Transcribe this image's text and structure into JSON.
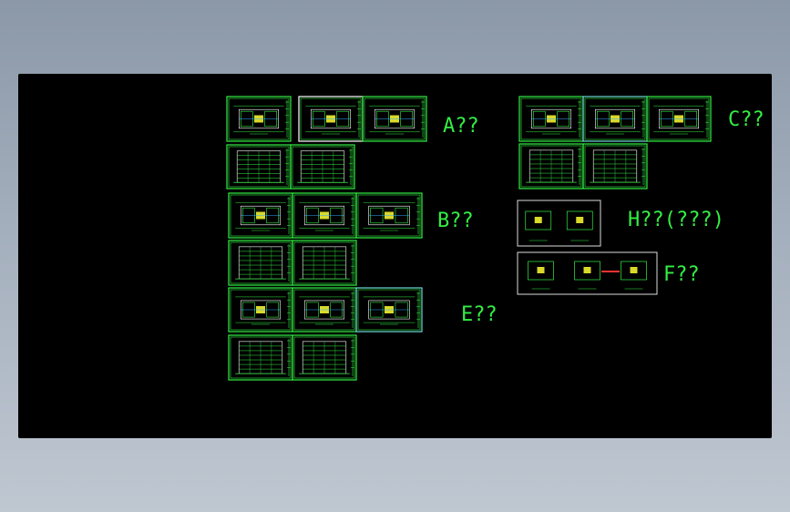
{
  "colors": {
    "background": "#8b98a8",
    "canvas": "#000000",
    "line": "#33ee44",
    "frame_alt": "#6fd8d8",
    "accent": "#ff3333"
  },
  "groups": {
    "a": "A??",
    "b": "B??",
    "c": "C??",
    "e": "E??",
    "h": "H??(???)",
    "f": "F??"
  }
}
